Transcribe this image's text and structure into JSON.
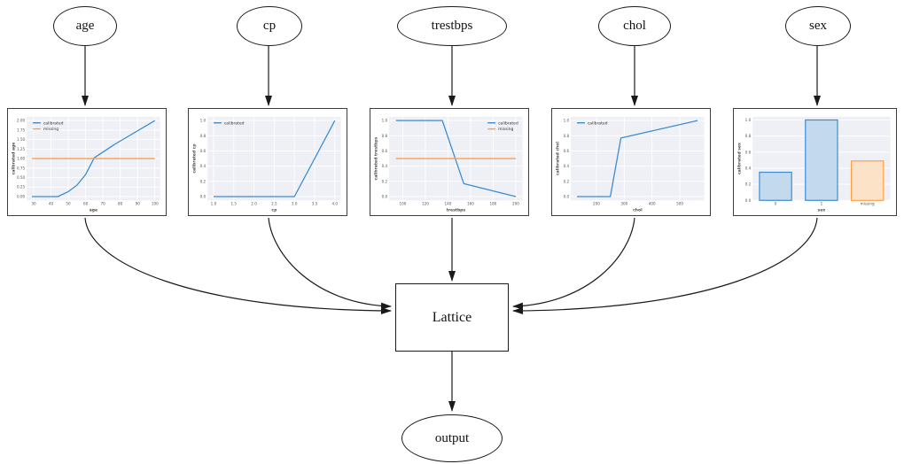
{
  "nodes": {
    "inputs": [
      "age",
      "cp",
      "trestbps",
      "chol",
      "sex"
    ],
    "lattice": "Lattice",
    "output": "output"
  },
  "colors": {
    "line_blue": "#3b8bd0",
    "line_orange": "#ff9d45",
    "bar_blue_fill": "#c3d9ed",
    "bar_orange_fill": "#fce3c7",
    "plot_bg": "#eef0f5",
    "grid": "#ffffff",
    "edge": "#1a1a1a"
  },
  "chart_data": [
    {
      "type": "line",
      "feature": "age",
      "xlabel": "age",
      "ylabel": "calibrated age",
      "xlim": [
        26,
        103
      ],
      "ylim": [
        -0.1,
        2.1
      ],
      "xticks": [
        30,
        40,
        50,
        60,
        70,
        80,
        90,
        100
      ],
      "xtick_labels": [
        "30",
        "40",
        "50",
        "60",
        "70",
        "80",
        "90",
        "100"
      ],
      "yticks": [
        0,
        0.25,
        0.5,
        0.75,
        1.0,
        1.25,
        1.5,
        1.75,
        2.0
      ],
      "ytick_labels": [
        "0.00",
        "0.25",
        "0.50",
        "0.75",
        "1.00",
        "1.25",
        "1.50",
        "1.75",
        "2.00"
      ],
      "legend_pos": "nw",
      "grid": true,
      "series": [
        {
          "name": "calibrated",
          "color": "#3b8bd0",
          "points": [
            [
              29,
              0
            ],
            [
              44,
              0
            ],
            [
              50,
              0.13
            ],
            [
              55,
              0.3
            ],
            [
              60,
              0.58
            ],
            [
              65,
              1.02
            ],
            [
              77,
              1.38
            ],
            [
              100,
              2.0
            ]
          ]
        },
        {
          "name": "missing",
          "color": "#ff9d45",
          "points": [
            [
              29,
              1.0
            ],
            [
              100,
              1.0
            ]
          ]
        }
      ]
    },
    {
      "type": "line",
      "feature": "cp",
      "xlabel": "cp",
      "ylabel": "calibrated cp",
      "xlim": [
        0.85,
        4.15
      ],
      "ylim": [
        -0.05,
        1.05
      ],
      "xticks": [
        1.0,
        1.5,
        2.0,
        2.5,
        3.0,
        3.5,
        4.0
      ],
      "xtick_labels": [
        "1.0",
        "1.5",
        "2.0",
        "2.5",
        "3.0",
        "3.5",
        "4.0"
      ],
      "yticks": [
        0,
        0.2,
        0.4,
        0.6,
        0.8,
        1.0
      ],
      "ytick_labels": [
        "0.0",
        "0.2",
        "0.4",
        "0.6",
        "0.8",
        "1.0"
      ],
      "legend_pos": "nw",
      "grid": true,
      "series": [
        {
          "name": "calibrated",
          "color": "#3b8bd0",
          "points": [
            [
              1,
              0
            ],
            [
              3,
              0
            ],
            [
              4,
              1.0
            ]
          ]
        }
      ]
    },
    {
      "type": "line",
      "feature": "trestbps",
      "xlabel": "trestbps",
      "ylabel": "calibrated trestbps",
      "xlim": [
        88,
        206
      ],
      "ylim": [
        -0.05,
        1.05
      ],
      "xticks": [
        100,
        120,
        140,
        160,
        180,
        200
      ],
      "xtick_labels": [
        "100",
        "120",
        "140",
        "160",
        "180",
        "200"
      ],
      "yticks": [
        0,
        0.2,
        0.4,
        0.6,
        0.8,
        1.0
      ],
      "ytick_labels": [
        "0.0",
        "0.2",
        "0.4",
        "0.6",
        "0.8",
        "1.0"
      ],
      "legend_pos": "ne",
      "grid": true,
      "series": [
        {
          "name": "calibrated",
          "color": "#3b8bd0",
          "points": [
            [
              94,
              1.0
            ],
            [
              135,
              1.0
            ],
            [
              154,
              0.17
            ],
            [
              200,
              0.0
            ]
          ]
        },
        {
          "name": "missing",
          "color": "#ff9d45",
          "points": [
            [
              94,
              0.5
            ],
            [
              200,
              0.5
            ]
          ]
        }
      ]
    },
    {
      "type": "line",
      "feature": "chol",
      "xlabel": "chol",
      "ylabel": "calibrated chol",
      "xlim": [
        108,
        588
      ],
      "ylim": [
        -0.05,
        1.05
      ],
      "xticks": [
        200,
        300,
        400,
        500
      ],
      "xtick_labels": [
        "200",
        "300",
        "400",
        "500"
      ],
      "yticks": [
        0,
        0.2,
        0.4,
        0.6,
        0.8,
        1.0
      ],
      "ytick_labels": [
        "0.0",
        "0.2",
        "0.4",
        "0.6",
        "0.8",
        "1.0"
      ],
      "legend_pos": "nw",
      "grid": true,
      "series": [
        {
          "name": "calibrated",
          "color": "#3b8bd0",
          "points": [
            [
              130,
              0
            ],
            [
              250,
              0
            ],
            [
              288,
              0.77
            ],
            [
              564,
              1.0
            ]
          ]
        }
      ]
    },
    {
      "type": "bar",
      "feature": "sex",
      "xlabel": "sex",
      "ylabel": "calibrated sex",
      "ylim": [
        0,
        1.04
      ],
      "yticks": [
        0,
        0.2,
        0.4,
        0.6,
        0.8,
        1.0
      ],
      "ytick_labels": [
        "0.0",
        "0.2",
        "0.4",
        "0.6",
        "0.8",
        "1.0"
      ],
      "grid": true,
      "bars": [
        {
          "label": "0",
          "value": 0.35,
          "fill": "#c3d9ed",
          "stroke": "#3b8bd0"
        },
        {
          "label": "1",
          "value": 1.0,
          "fill": "#c3d9ed",
          "stroke": "#3b8bd0"
        },
        {
          "label": "missing",
          "value": 0.49,
          "fill": "#fce3c7",
          "stroke": "#ff9d45"
        }
      ]
    }
  ]
}
